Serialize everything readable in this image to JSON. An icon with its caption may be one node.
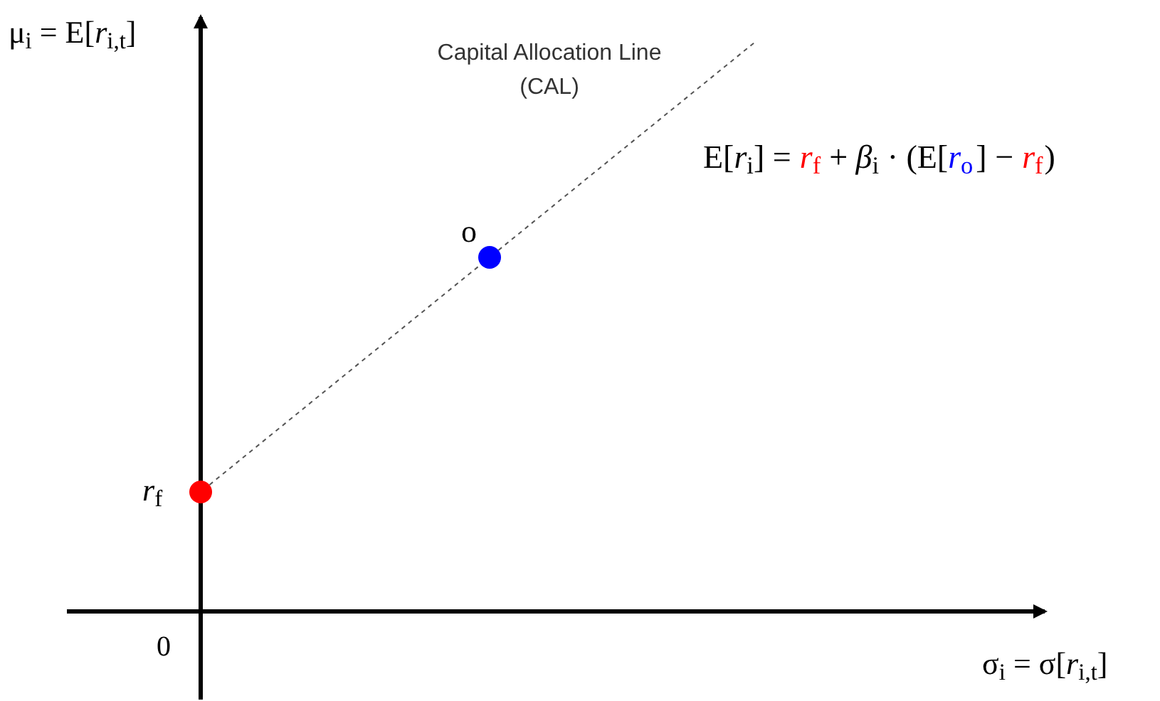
{
  "diagram": {
    "nodes": [
      {
        "text": [],
        "shape": "circle",
        "beside": [
          "*r*$_{f}$"
        ]
      },
      {
        "text": [],
        "shape": "circle",
        "beside": [
          "o"
        ]
      }
    ],
    "edges": [
      {
        "from": 0,
        "to": 1,
        "arrow": "none",
        "style": "dashed"
      },
      {
        "from": 1,
        "to": null,
        "arrow": "none",
        "style": "dashed"
      }
    ],
    "labels": [
      "μ$_{i}$ = E[*r*$_{i,t}$]",
      "Capital Allocation Line (CAL)",
      "E[*r*$_{i}$] =",
      "*r*$_{f}$",
      "+ *β*$_{i}$ · (E[",
      "*r*$_{o}$",
      "] −",
      "*r*$_{f}$",
      ")",
      "0",
      "σ$_{i}$ = σ[*r*$_{i,t}$]"
    ]
  }
}
